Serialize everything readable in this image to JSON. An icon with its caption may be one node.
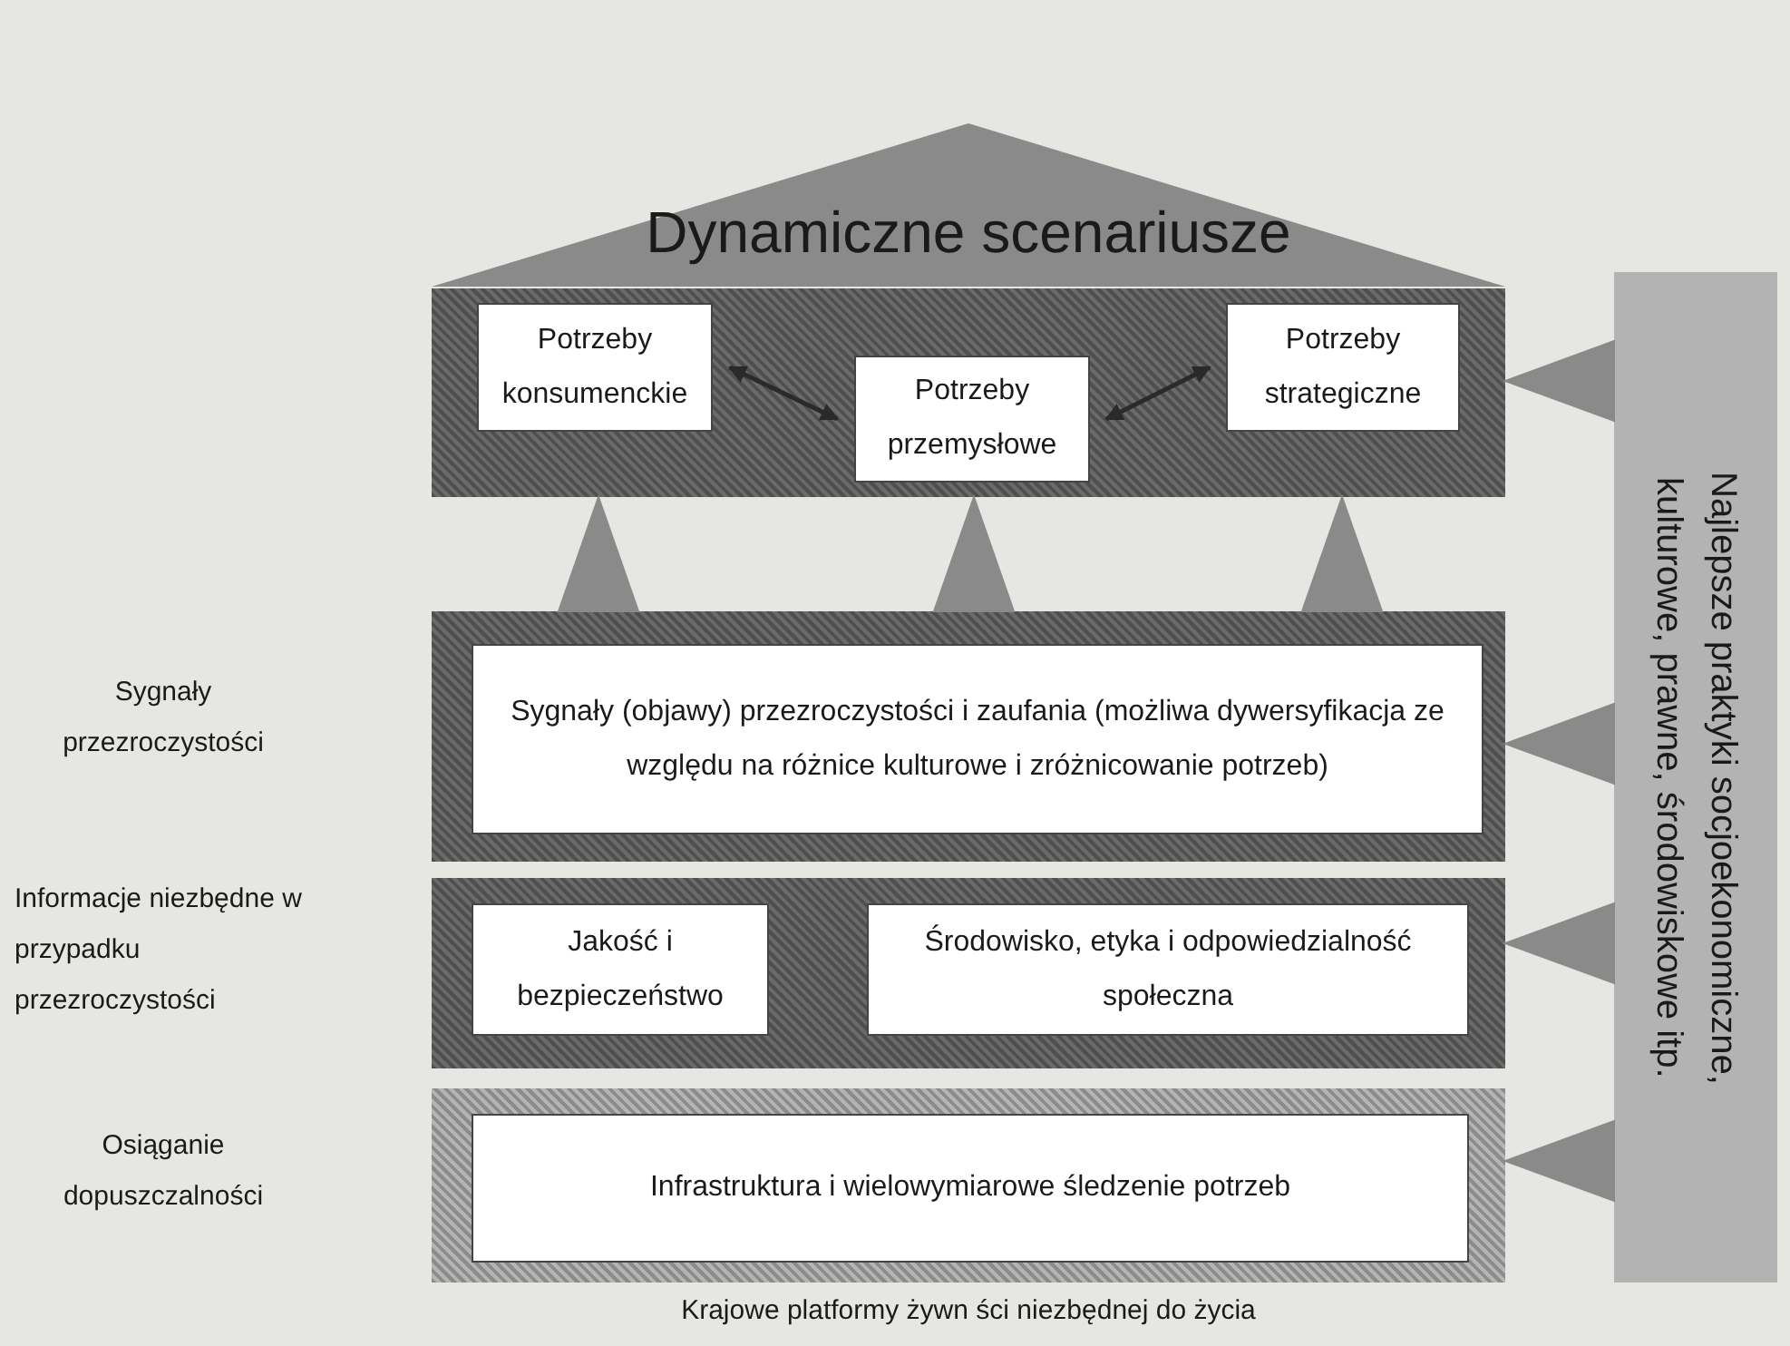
{
  "diagram": {
    "nodes": [
      {
        "text": [
          "Dynamiczne scenariusze"
        ]
      },
      {
        "text": [],
        "shape": "box"
      },
      {
        "text": [
          "Potrzeby konsumenckie"
        ],
        "in": 1
      },
      {
        "text": [
          "Potrzeby przemysłowe"
        ],
        "in": 1
      },
      {
        "text": [
          "Potrzeby strategiczne"
        ],
        "in": 1
      },
      {
        "text": [],
        "shape": "box"
      },
      {
        "text": [
          "Sygnały (objawy) przezroczystości i zaufania (możliwa dywersyfikacja ze względu na różnice kulturowe i zróżnicowanie potrzeb)"
        ],
        "in": 5
      },
      {
        "text": [],
        "shape": "box"
      },
      {
        "text": [
          "Jakość i bezpieczeństwo"
        ],
        "in": 7
      },
      {
        "text": [
          "Środowisko, etyka i odpowiedzialność społeczna"
        ],
        "in": 7
      },
      {
        "text": [],
        "shape": "box"
      },
      {
        "text": [
          "Infrastruktura i wielowymiarowe śledzenie potrzeb"
        ],
        "in": 10
      },
      {
        "text": [
          "Najlepsze praktyki socjoekonomiczne, kulturowe, prawne, środowiskowe itp."
        ]
      }
    ],
    "edges": [
      {
        "from": 2,
        "to": 3,
        "arrow": "both"
      },
      {
        "from": 3,
        "to": 4,
        "arrow": "both"
      },
      {
        "from": 5,
        "to": 1,
        "arrow": "to"
      },
      {
        "from": 5,
        "to": 1,
        "arrow": "to"
      },
      {
        "from": 5,
        "to": 1,
        "arrow": "to"
      },
      {
        "from": 12,
        "to": 1,
        "arrow": "to"
      },
      {
        "from": 12,
        "to": 5,
        "arrow": "to"
      },
      {
        "from": 12,
        "to": 7,
        "arrow": "to"
      },
      {
        "from": 12,
        "to": 10,
        "arrow": "to"
      }
    ],
    "labels": [
      "Sygnały przezroczystości",
      "Informacje niezbędne w przypadku przezroczystości",
      "Osiąganie dopuszczalności",
      "Krajowe platformy żywn ści niezbędnej do życia"
    ]
  }
}
